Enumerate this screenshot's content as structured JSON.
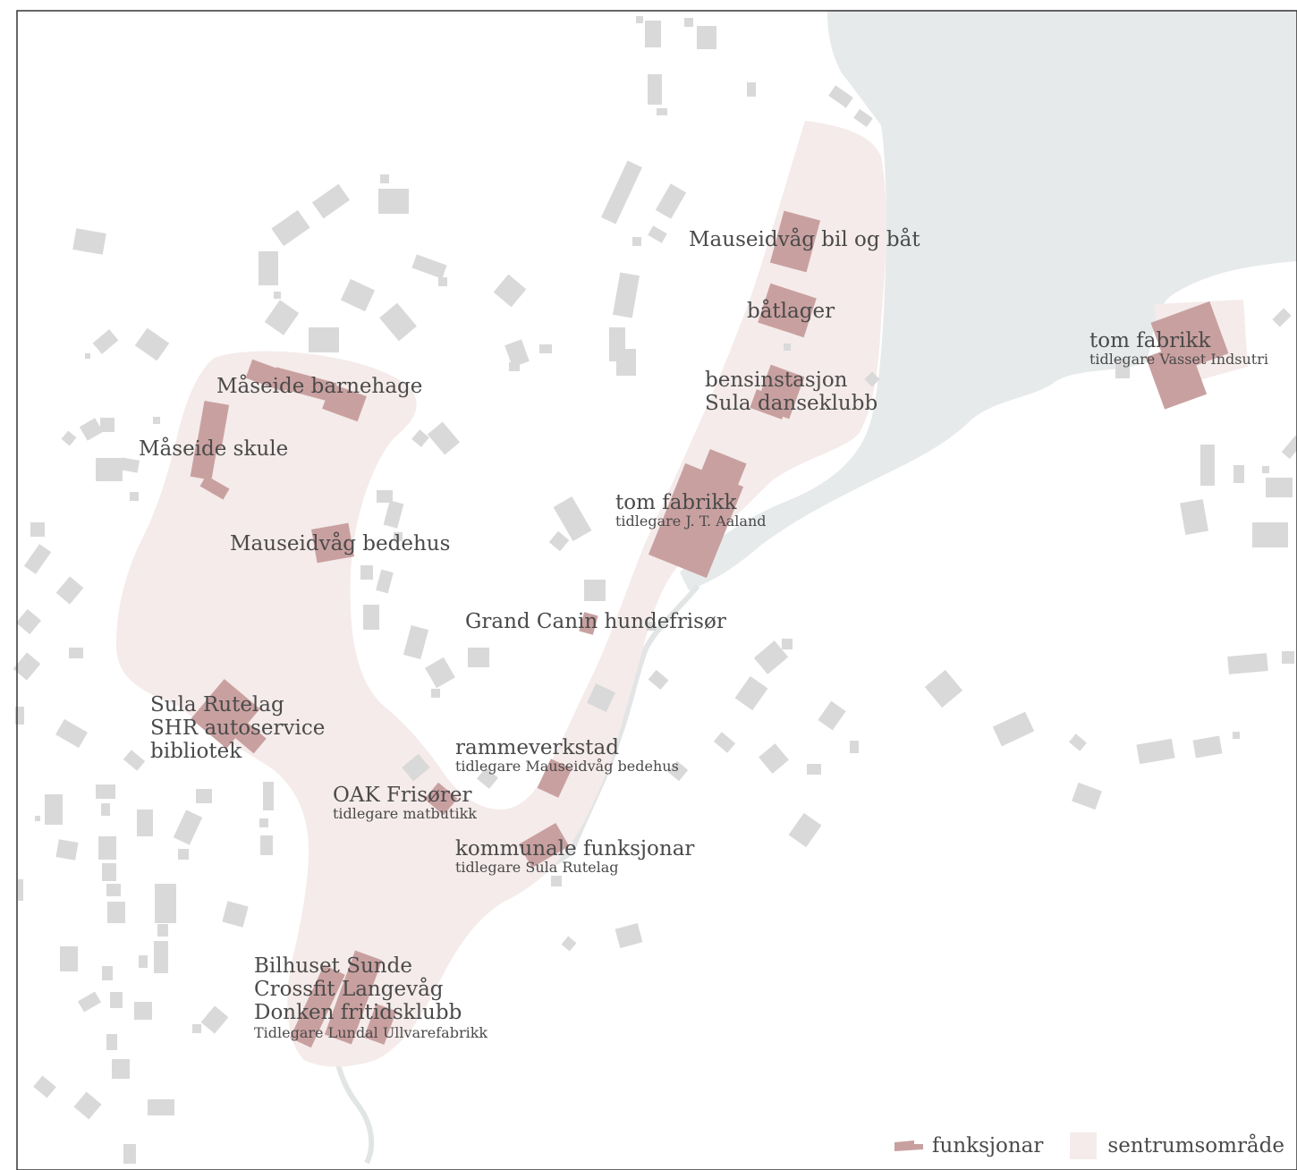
{
  "colors": {
    "water": "#e6eaea",
    "building": "#d9d9d9",
    "function": "#c9a0a0",
    "centre_area": "#f4ebea",
    "river": "#e2e5e5",
    "frame": "#333333",
    "text": "#4a4a4a"
  },
  "labels": {
    "mauseidvag_bil": {
      "lines": [
        "Mauseidvåg bil og båt"
      ]
    },
    "batlager": {
      "lines": [
        "båtlager"
      ]
    },
    "bensin": {
      "lines": [
        "bensinstasjon",
        "Sula danseklubb"
      ]
    },
    "fabrikk_aaland": {
      "lines": [
        "tom fabrikk"
      ],
      "sub": "tidlegare J. T. Aaland"
    },
    "fabrikk_vasset": {
      "lines": [
        "tom fabrikk"
      ],
      "sub": "tidlegare Vasset Indsutri"
    },
    "barnehage": {
      "lines": [
        "Måseide barnehage"
      ]
    },
    "skule": {
      "lines": [
        "Måseide skule"
      ]
    },
    "bedehus": {
      "lines": [
        "Mauseidvåg bedehus"
      ]
    },
    "grand_canin": {
      "lines": [
        "Grand Canin hundefrisør"
      ]
    },
    "rutelag": {
      "lines": [
        "Sula Rutelag",
        "SHR autoservice",
        "bibliotek"
      ]
    },
    "rammeverkstad": {
      "lines": [
        "rammeverkstad"
      ],
      "sub": "tidlegare Mauseidvåg bedehus"
    },
    "oak": {
      "lines": [
        "OAK Frisører"
      ],
      "sub": "tidlegare matbutikk"
    },
    "kommunale": {
      "lines": [
        "kommunale funksjonar"
      ],
      "sub": "tidlegare Sula Rutelag"
    },
    "bilhuset": {
      "lines": [
        "Bilhuset Sunde",
        "Crossfit Langevåg",
        "Donken fritidsklubb"
      ],
      "sub": "Tidlegare Lundal Ullvarefabrikk"
    }
  },
  "legend": {
    "function_label": "funksjonar",
    "centre_label": "sentrumsområde"
  }
}
